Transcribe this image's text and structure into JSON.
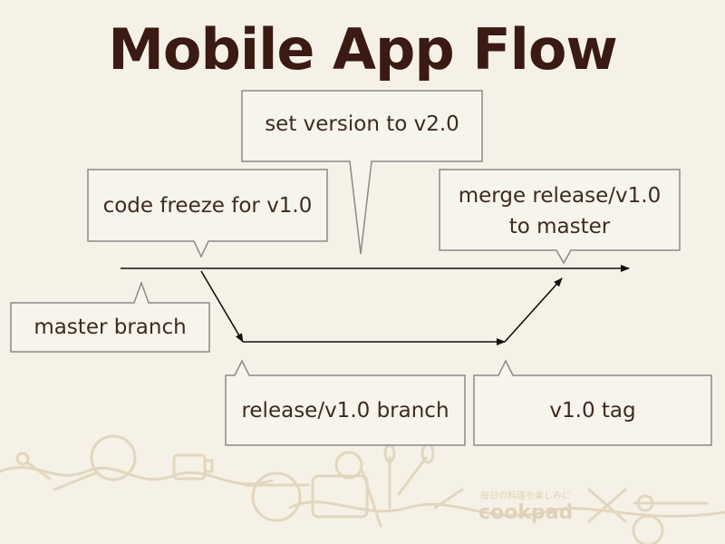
{
  "title": "Mobile App Flow",
  "callouts": {
    "set_version": "set version to v2.0",
    "code_freeze": "code freeze for v1.0",
    "merge_release_line1": "merge release/v1.0",
    "merge_release_line2": "to master",
    "master_branch": "master branch",
    "release_branch": "release/v1.0 branch",
    "tag": "v1.0 tag"
  },
  "footer": {
    "logo_text": "cookpad",
    "logo_tagline": "毎日の料理を楽しみに"
  },
  "colors": {
    "background": "#f5f1e6",
    "title": "#3a1a12",
    "callout_border": "#8a8a8a",
    "arrow": "#111111",
    "decoration": "#e6dac4"
  }
}
